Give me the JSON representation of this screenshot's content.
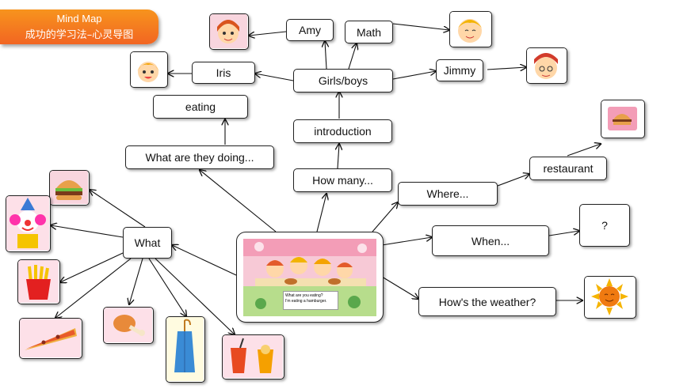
{
  "header": {
    "title": "Mind Map",
    "subtitle": "成功的学习法–心灵导图"
  },
  "nodes": {
    "amy": "Amy",
    "math": "Math",
    "iris": "Iris",
    "girls_boys": "Girls/boys",
    "jimmy": "Jimmy",
    "eating": "eating",
    "introduction": "introduction",
    "what_doing": "What are they doing...",
    "how_many": "How many...",
    "where": "Where...",
    "restaurant": "restaurant",
    "when": "When...",
    "question": "?",
    "weather": "How's the weather?",
    "what": "What"
  },
  "center": {
    "line1": "What are you eating?",
    "line2": "I'm eating a hamburger."
  },
  "icons": [
    "girl-face",
    "boy-face",
    "girl-face",
    "boy-face",
    "hamburger",
    "clown",
    "fries",
    "pizza",
    "chicken-leg",
    "umbrella",
    "drinks",
    "restaurant-sign",
    "sun"
  ],
  "colors": {
    "header_start": "#f7941d",
    "header_end": "#f26522"
  }
}
